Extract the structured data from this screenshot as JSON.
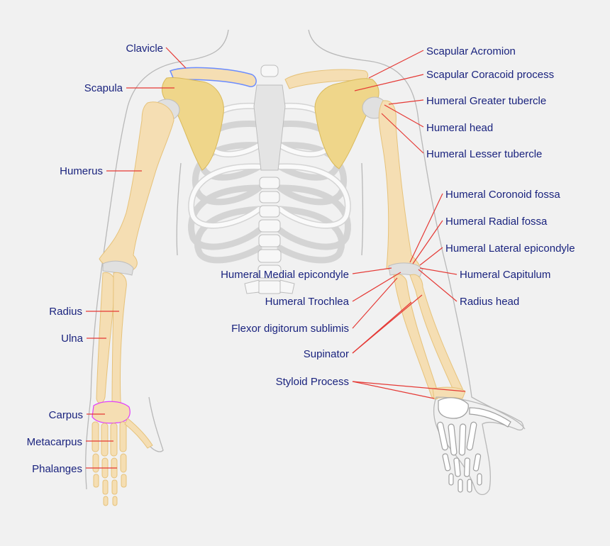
{
  "labels": {
    "clavicle": "Clavicle",
    "scapula": "Scapula",
    "humerus": "Humerus",
    "radius": "Radius",
    "ulna": "Ulna",
    "carpus": "Carpus",
    "metacarpus": "Metacarpus",
    "phalanges": "Phalanges",
    "scapular_acromion": "Scapular Acromion",
    "scapular_coracoid": "Scapular Coracoid process",
    "humeral_greater_tubercle": "Humeral Greater tubercle",
    "humeral_head": "Humeral head",
    "humeral_lesser_tubercle": "Humeral Lesser tubercle",
    "humeral_coronoid_fossa": "Humeral Coronoid fossa",
    "humeral_radial_fossa": "Humeral Radial fossa",
    "humeral_lateral_epicondyle": "Humeral Lateral epicondyle",
    "humeral_capitulum": "Humeral Capitulum",
    "radius_head": "Radius head",
    "humeral_medial_epicondyle": "Humeral Medial epicondyle",
    "humeral_trochlea": "Humeral Trochlea",
    "flexor_digitorum": "Flexor digitorum sublimis",
    "supinator": "Supinator",
    "styloid_process": "Styloid Process"
  },
  "colors": {
    "label_text": "#1a237e",
    "leader_line": "#e53935",
    "bone": "#f5deb3",
    "background": "#f1f1f1"
  }
}
